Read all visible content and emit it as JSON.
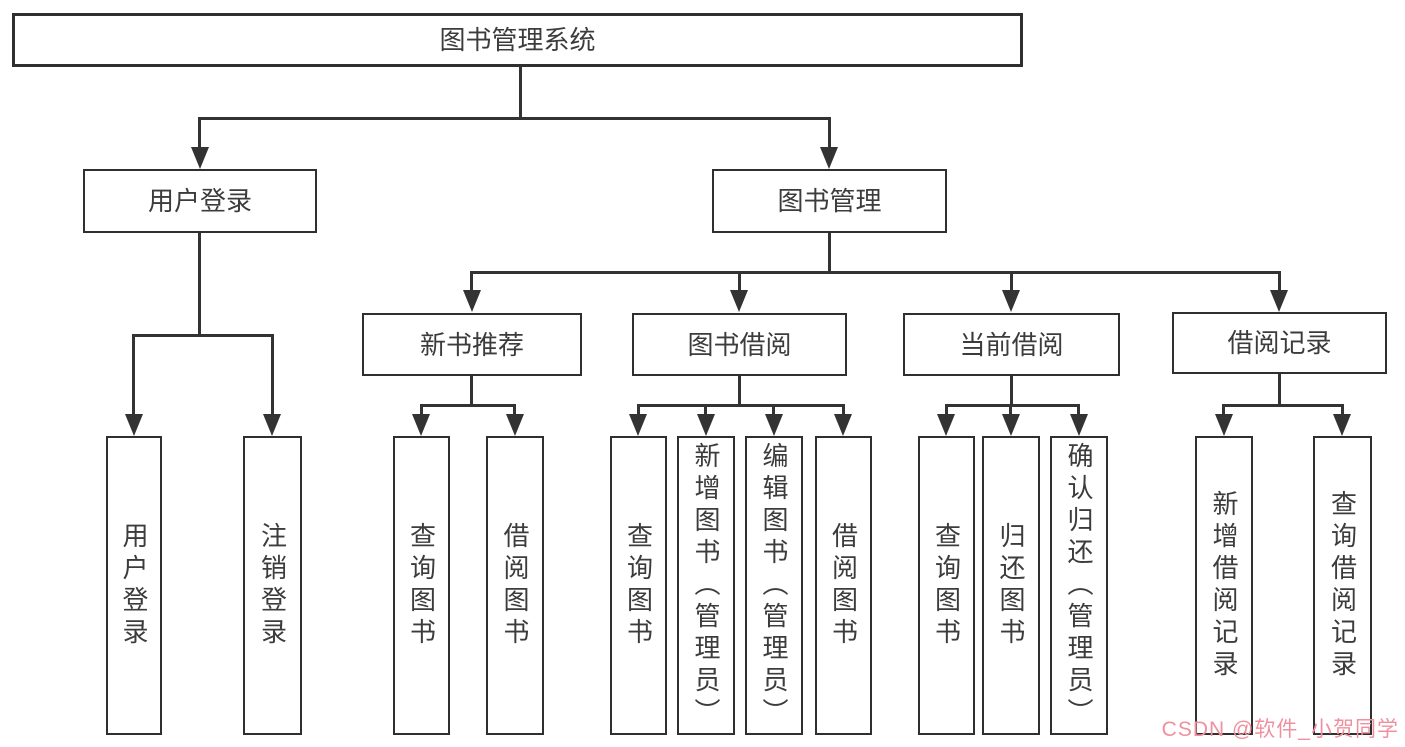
{
  "nodes": {
    "root": "图书管理系统",
    "user_login": "用户登录",
    "book_mgmt": "图书管理",
    "new_book_rec": "新书推荐",
    "book_borrow": "图书借阅",
    "current_borrow": "当前借阅",
    "borrow_record": "借阅记录",
    "leaf_user_login": "用户登录",
    "leaf_logout": "注销登录",
    "rec_query_book": "查询图书",
    "rec_borrow_book": "借阅图书",
    "bb_query_book": "查询图书",
    "bb_add_book": "新增图书（管理员）",
    "bb_edit_book": "编辑图书（管理员）",
    "bb_borrow_book": "借阅图书",
    "cb_query_book": "查询图书",
    "cb_return_book": "归还图书",
    "cb_confirm_return": "确认归还（管理员）",
    "br_add_record": "新增借阅记录",
    "br_query_record": "查询借阅记录"
  },
  "watermark": {
    "text": "CSDN @软件_小贺同学",
    "color": "#f0909f"
  },
  "colors": {
    "line": "#333333",
    "box_border": "#2f2f2f",
    "text": "#3c3c3c",
    "background": "#ffffff"
  }
}
